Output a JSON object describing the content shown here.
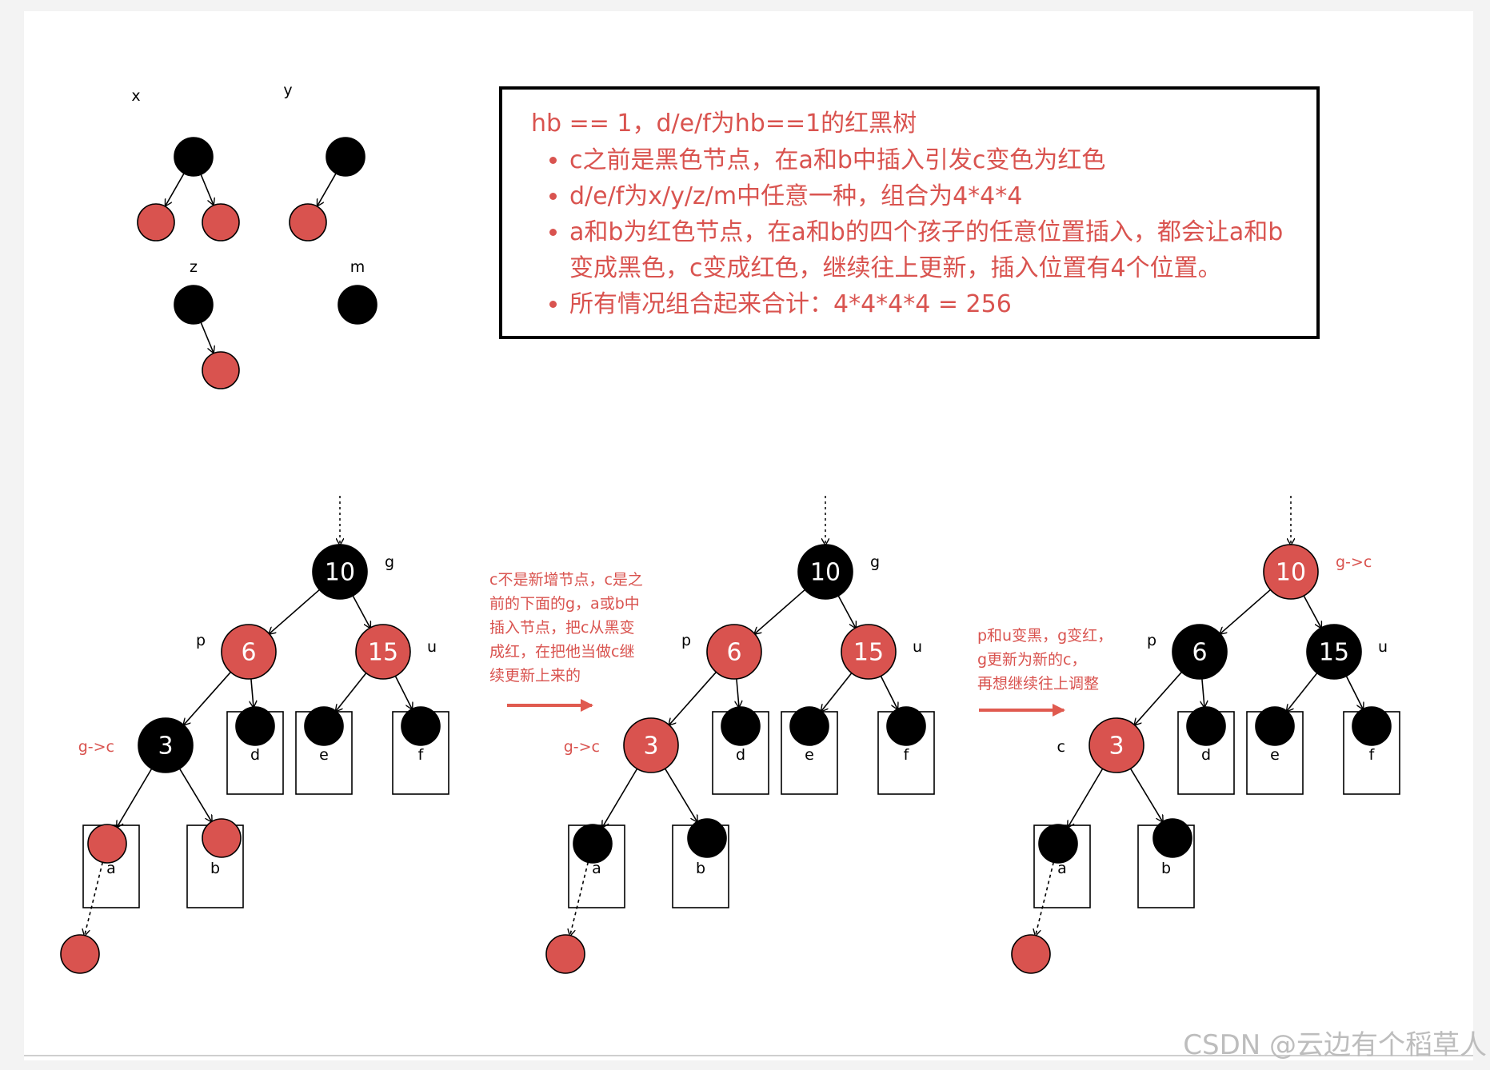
{
  "colors": {
    "red": "#d9534f",
    "black": "#000000",
    "arrow": "#e05a4f"
  },
  "small_trees": [
    {
      "label": "x"
    },
    {
      "label": "y"
    },
    {
      "label": "z"
    },
    {
      "label": "m"
    }
  ],
  "info": {
    "title": "hb == 1，d/e/f为hb==1的红黑树",
    "bullets": [
      "c之前是黑色节点，在a和b中插入引发c变色为红色",
      "d/e/f为x/y/z/m中任意一种，组合为4*4*4",
      "a和b为红色节点，在a和b的四个孩子的任意位置插入，都会让a和b变成黑色，c变成红色，继续往上更新，插入位置有4个位置。",
      "所有情况组合起来合计：4*4*4*4 = 256"
    ]
  },
  "annotations": {
    "step1": [
      "c不是新增节点，c是之",
      "前的下面的g，a或b中",
      "插入节点，把c从黑变",
      "成红，在把他当做c继",
      "续更新上来的"
    ],
    "step2": [
      "p和u变黑，g变红，",
      "g更新为新的c，",
      "再想继续往上调整"
    ]
  },
  "trees": [
    {
      "nodes": {
        "g": "10",
        "p": "6",
        "u": "15",
        "c": "3"
      },
      "colors": {
        "g": "black",
        "p": "red",
        "u": "red",
        "c": "black",
        "ab": "red"
      },
      "labels": {
        "g": "g",
        "p": "p",
        "u": "u",
        "c": "g->c"
      },
      "boxes": [
        "a",
        "b",
        "d",
        "e",
        "f"
      ]
    },
    {
      "nodes": {
        "g": "10",
        "p": "6",
        "u": "15",
        "c": "3"
      },
      "colors": {
        "g": "black",
        "p": "red",
        "u": "red",
        "c": "red",
        "ab": "black"
      },
      "labels": {
        "g": "g",
        "p": "p",
        "u": "u",
        "c": "g->c"
      },
      "boxes": [
        "a",
        "b",
        "d",
        "e",
        "f"
      ]
    },
    {
      "nodes": {
        "g": "10",
        "p": "6",
        "u": "15",
        "c": "3"
      },
      "colors": {
        "g": "red",
        "p": "black",
        "u": "black",
        "c": "red",
        "ab": "black"
      },
      "labels": {
        "g": "g->c",
        "p": "p",
        "u": "u",
        "c": "c"
      },
      "boxes": [
        "a",
        "b",
        "d",
        "e",
        "f"
      ]
    }
  ],
  "watermark": "CSDN @云边有个稻草人"
}
